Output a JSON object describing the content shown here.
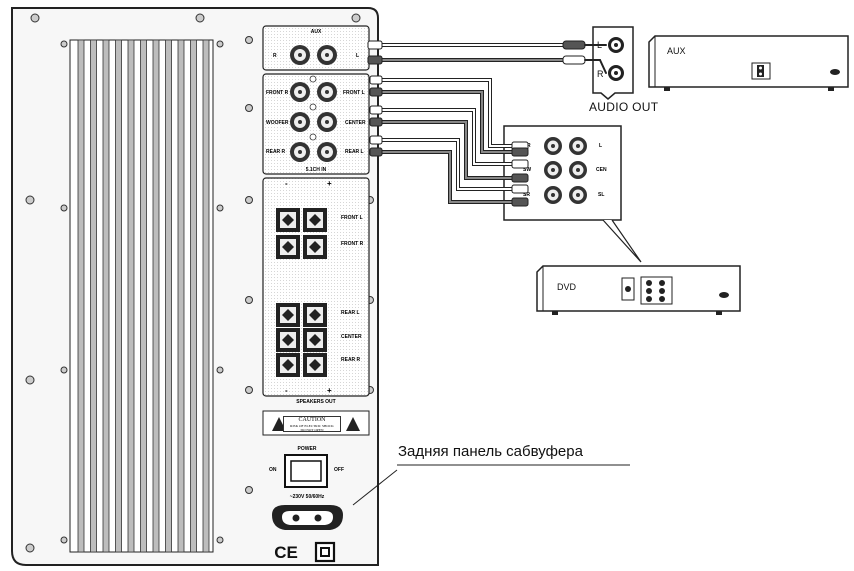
{
  "diagram": {
    "aux_panel_label": "AUX",
    "aux_panel_r": "R",
    "aux_panel_l": "L",
    "input_labels": {
      "front_r": "FRONT R",
      "front_l": "FRONT L",
      "woofer": "WOOFER",
      "center": "CENTER",
      "rear_r": "REAR R",
      "rear_l": "REAR L"
    },
    "input_group_label": "5.1CH IN",
    "speaker_minus": "-",
    "speaker_plus": "+",
    "speaker_labels": {
      "front_l": "FRONT L",
      "front_r": "FRONT R",
      "rear_l": "REAR L",
      "center": "CENTER",
      "rear_r": "REAR R"
    },
    "speakers_out_label": "SPEAKERS OUT",
    "caution_title": "CAUTION",
    "caution_line1": "RISK OF ELECTRIC SHOCK",
    "caution_line2": "DO NOT OPEN",
    "power_label": "POWER",
    "power_on": "ON",
    "power_off": "OFF",
    "mains_label": "~230V 50/60Hz",
    "ce_mark": "CE",
    "audio_out_l": "L",
    "audio_out_r": "R",
    "audio_out_label": "AUDIO OUT",
    "aux_device_label": "AUX",
    "dvd_label": "DVD",
    "dvd_jack_labels": {
      "r": "R",
      "l": "L",
      "sw": "SW",
      "cen": "CEN",
      "sr": "SR",
      "sl": "SL"
    },
    "caption": "Задняя панель сабвуфера"
  }
}
